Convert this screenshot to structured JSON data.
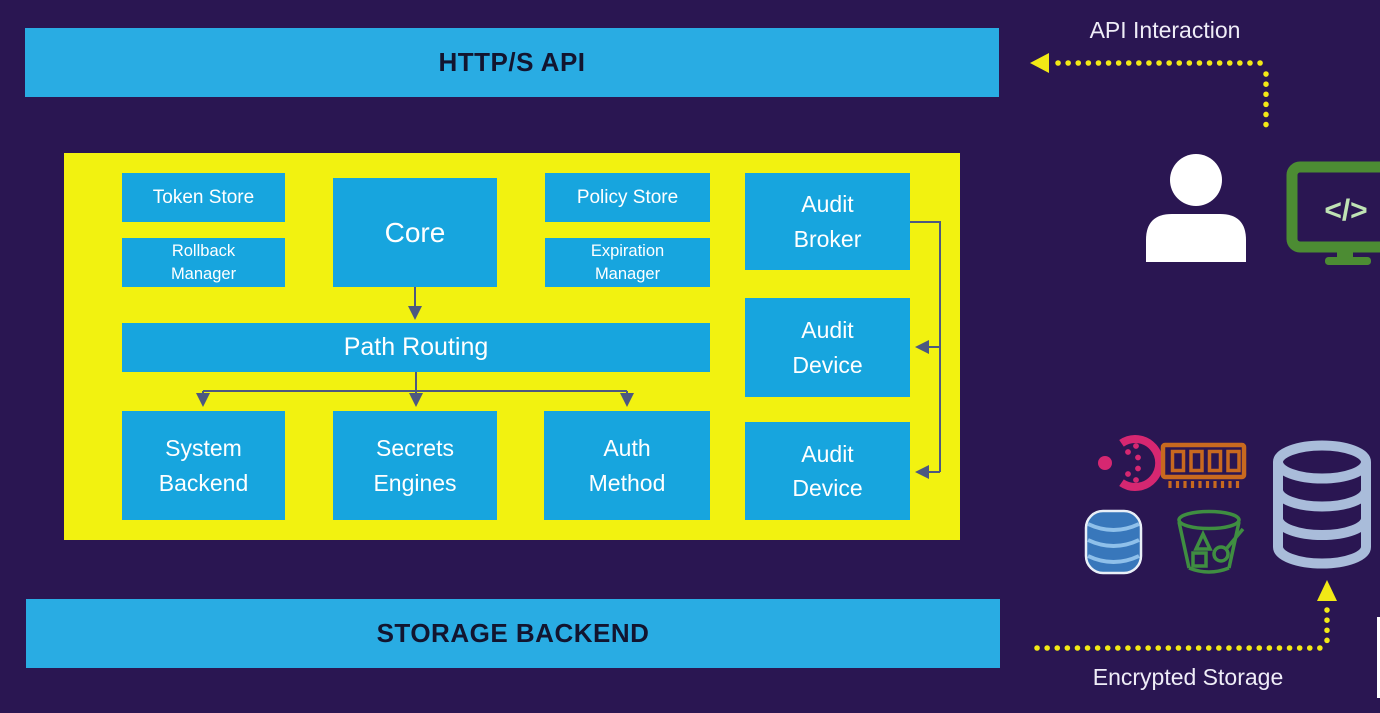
{
  "bars": {
    "top_label": "HTTP/S API",
    "bottom_label": "STORAGE BACKEND"
  },
  "vault": {
    "nodes": {
      "token_store": "Token Store",
      "rollback_manager": "Rollback Manager",
      "core": "Core",
      "policy_store": "Policy Store",
      "expiration_manager": "Expiration Manager",
      "audit_broker": "Audit Broker",
      "path_routing": "Path Routing",
      "system_backend": "System Backend",
      "secrets_engines": "Secrets Engines",
      "auth_method": "Auth Method",
      "audit_device_1": "Audit Device",
      "audit_device_2": "Audit Device"
    }
  },
  "annotations": {
    "api_interaction": "API Interaction",
    "encrypted_storage": "Encrypted Storage"
  },
  "icons": {
    "user": "user-icon",
    "code_monitor": "code-monitor-icon",
    "code_monitor_glyph": "</>",
    "consul": "consul-icon",
    "ram": "ram-memory-icon",
    "dynamodb": "dynamodb-icon",
    "s3_bucket": "s3-bucket-icon",
    "database": "database-cylinder-icon"
  },
  "colors": {
    "background": "#2A1652",
    "panel_blue": "#29ACE3",
    "node_blue": "#17A5DE",
    "vault_yellow": "#F2F210",
    "arrow_yellow": "#F2E916",
    "connector": "#4D5880",
    "bar_text": "#12152F",
    "node_text": "#FFFFFF",
    "label_text": "#EFEDF7",
    "monitor_green": "#4C8C33",
    "monitor_glyph_green": "#BFE3B4",
    "consul_pink": "#D62771",
    "ram_orange": "#C8691F",
    "dynamodb_blue": "#3877BB",
    "s3_green": "#3F8E41",
    "database_lavender": "#A9BCDA"
  }
}
